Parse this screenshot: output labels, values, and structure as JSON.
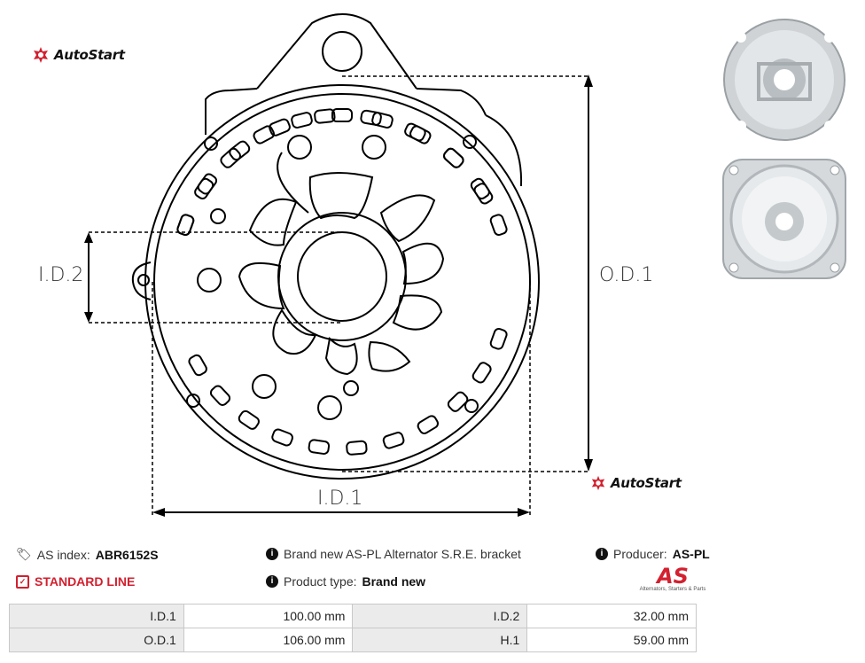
{
  "brand": {
    "logo_text": "AutoStart",
    "logo_text_bottom": "AutoStart"
  },
  "drawing": {
    "label_id2": "I.D.2",
    "label_od1": "O.D.1",
    "label_id1": "I.D.1"
  },
  "info": {
    "as_index_label": "AS index:",
    "as_index_value": "ABR6152S",
    "description": "Brand new AS-PL Alternator S.R.E. bracket",
    "producer_label": "Producer:",
    "producer_value": "AS-PL",
    "line": "STANDARD LINE",
    "product_type_label": "Product type:",
    "product_type_value": "Brand new",
    "as_logo_text": "AS",
    "as_logo_tagline": "Alternators, Starters & Parts"
  },
  "specs": [
    {
      "k1": "I.D.1",
      "v1": "100.00 mm",
      "k2": "I.D.2",
      "v2": "32.00 mm"
    },
    {
      "k1": "O.D.1",
      "v1": "106.00 mm",
      "k2": "H.1",
      "v2": "59.00 mm"
    }
  ],
  "colors": {
    "accent_red": "#d3202f",
    "table_key_bg": "#ebebeb"
  }
}
